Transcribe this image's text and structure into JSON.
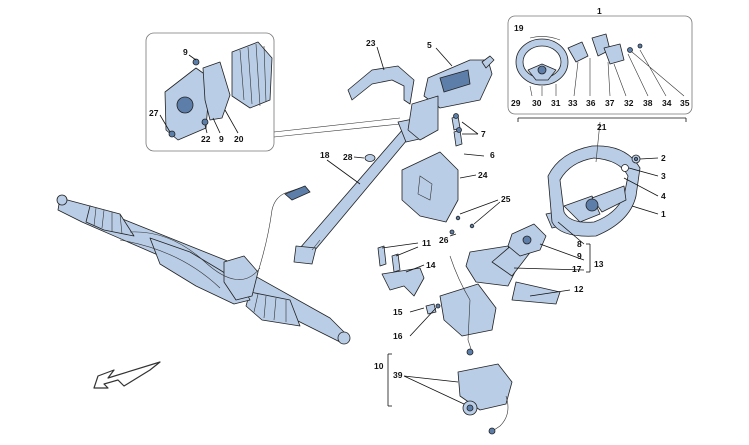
{
  "callouts": {
    "c1_top": "1",
    "c1_right": "1",
    "c2": "2",
    "c3": "3",
    "c4": "4",
    "c5": "5",
    "c6": "6",
    "c7": "7",
    "c8": "8",
    "c9_a": "9",
    "c9_b": "9",
    "c10": "10",
    "c11": "11",
    "c12": "12",
    "c13": "13",
    "c14": "14",
    "c15": "15",
    "c16": "16",
    "c17": "17",
    "c18": "18",
    "c19": "19",
    "c20": "20",
    "c21": "21",
    "c22": "22",
    "c23": "23",
    "c24": "24",
    "c25": "25",
    "c26": "26",
    "c27": "27",
    "c28": "28",
    "c29": "29",
    "c30": "30",
    "c31": "31",
    "c32": "32",
    "c33": "33",
    "c34": "34",
    "c35": "35",
    "c36": "36",
    "c37": "37",
    "c38": "38",
    "c39": "39"
  },
  "colors": {
    "part_fill": "#b9cde6",
    "part_dark": "#5d7ea8",
    "outline": "#222222",
    "frame": "#777777"
  },
  "icons": {
    "direction": "direction-arrow-icon"
  }
}
